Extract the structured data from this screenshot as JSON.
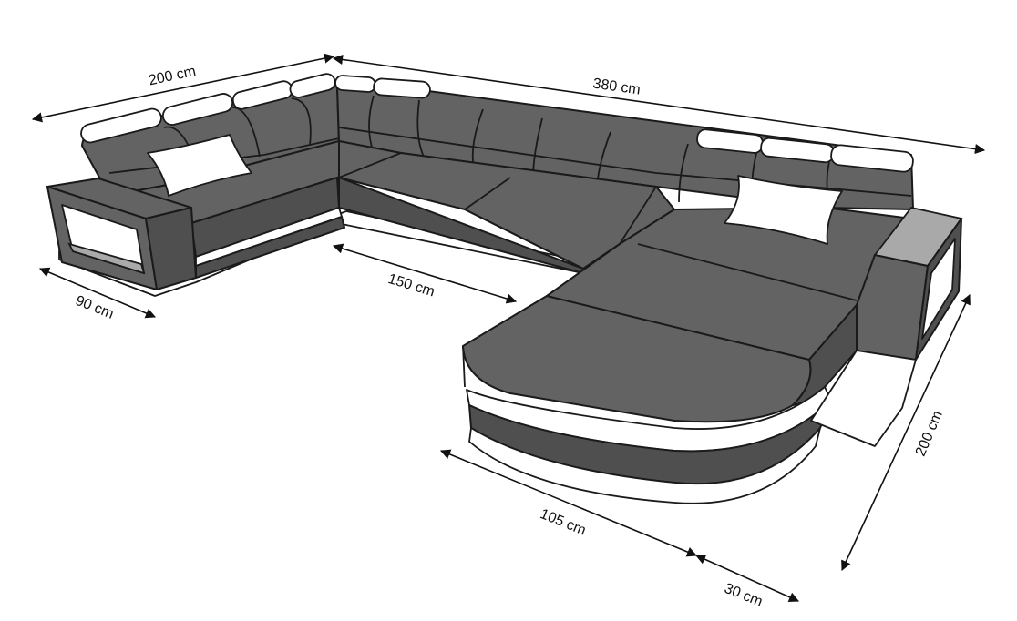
{
  "dimensions": {
    "left_length": "200 cm",
    "back_length": "380 cm",
    "left_depth": "90 cm",
    "inner_width": "150 cm",
    "chaise_width": "105 cm",
    "armrest_width": "30 cm",
    "right_length": "200 cm"
  },
  "colors": {
    "upholstery": "#636363",
    "accent": "#ffffff",
    "outline": "#1a1a1a",
    "shelf": "#a9a9a9"
  }
}
